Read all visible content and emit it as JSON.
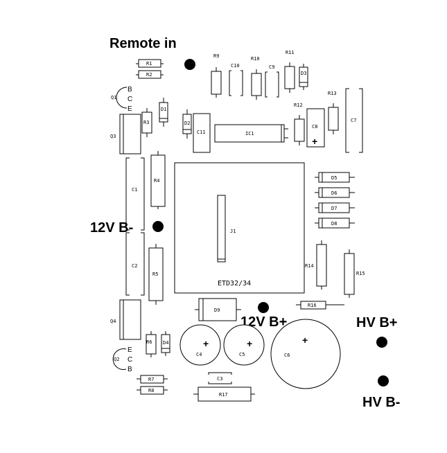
{
  "terminals": {
    "remote_in": "Remote in",
    "v12_neg": "12V B-",
    "v12_pos": "12V B+",
    "hv_pos": "HV B+",
    "hv_neg": "HV B-"
  },
  "transformer": {
    "ref": "J1",
    "label": "ETD32/34"
  },
  "resistors": {
    "r1": "R1",
    "r2": "R2",
    "r3": "R3",
    "r4": "R4",
    "r5": "R5",
    "r6": "R6",
    "r7": "R7",
    "r8": "R8",
    "r9": "R9",
    "r10": "R10",
    "r11": "R11",
    "r12": "R12",
    "r13": "R13",
    "r14": "R14",
    "r15": "R15",
    "r16": "R16",
    "r17": "R17"
  },
  "capacitors": {
    "c1": "C1",
    "c2": "C2",
    "c3": "C3",
    "c4": "C4",
    "c5": "C5",
    "c6": "C6",
    "c7": "C7",
    "c8": "C8",
    "c9": "C9",
    "c10": "C10",
    "c11": "C11"
  },
  "diodes": {
    "d1": "D1",
    "d2": "D2",
    "d3": "D3",
    "d4": "D4",
    "d5": "D5",
    "d6": "D6",
    "d7": "D7",
    "d8": "D8",
    "d9": "D9"
  },
  "transistors": {
    "q1": "Q1",
    "q2": "Q2",
    "q3": "Q3",
    "q4": "Q4",
    "q1_pins": [
      "B",
      "C",
      "E"
    ],
    "q2_pins": [
      "E",
      "C",
      "B"
    ]
  },
  "ic": {
    "ic1": "IC1"
  },
  "polarity_mark": "+"
}
